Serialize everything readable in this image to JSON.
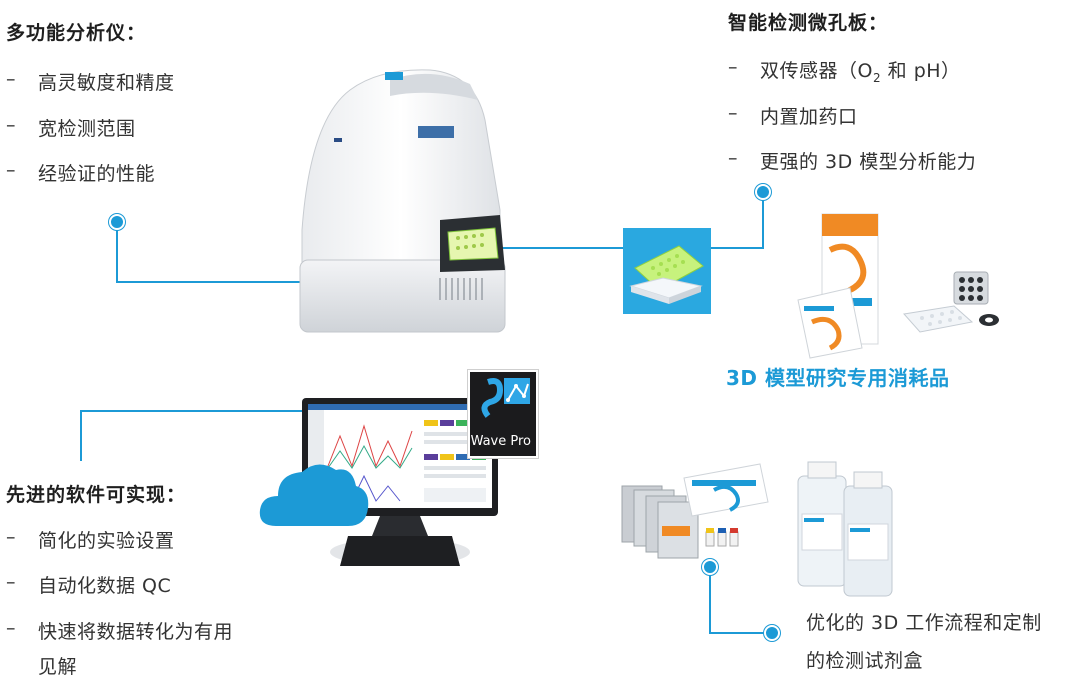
{
  "analyzer": {
    "heading": "多功能分析仪：",
    "items": [
      "高灵敏度和精度",
      "宽检测范围",
      "经验证的性能"
    ]
  },
  "microplate": {
    "heading": "智能检测微孔板：",
    "item1_pre": "双传感器（O",
    "item1_sub": "2",
    "item1_post": " 和 pH）",
    "item2": "内置加药口",
    "item3": "更强的 3D 模型分析能力"
  },
  "consumables": {
    "caption": "3D 模型研究专用消耗品"
  },
  "software": {
    "heading": "先进的软件可实现：",
    "items": [
      "简化的实验设置",
      "自动化数据 QC",
      "快速将数据转化为有用",
      "见解"
    ],
    "logo_label": "Wave Pro"
  },
  "kits": {
    "caption_line1": "优化的 3D 工作流程和定制",
    "caption_line2": "的检测试剂盒"
  },
  "dash": "–",
  "colors": {
    "accent": "#1c9ad6",
    "cloud": "#1c9ad6"
  }
}
